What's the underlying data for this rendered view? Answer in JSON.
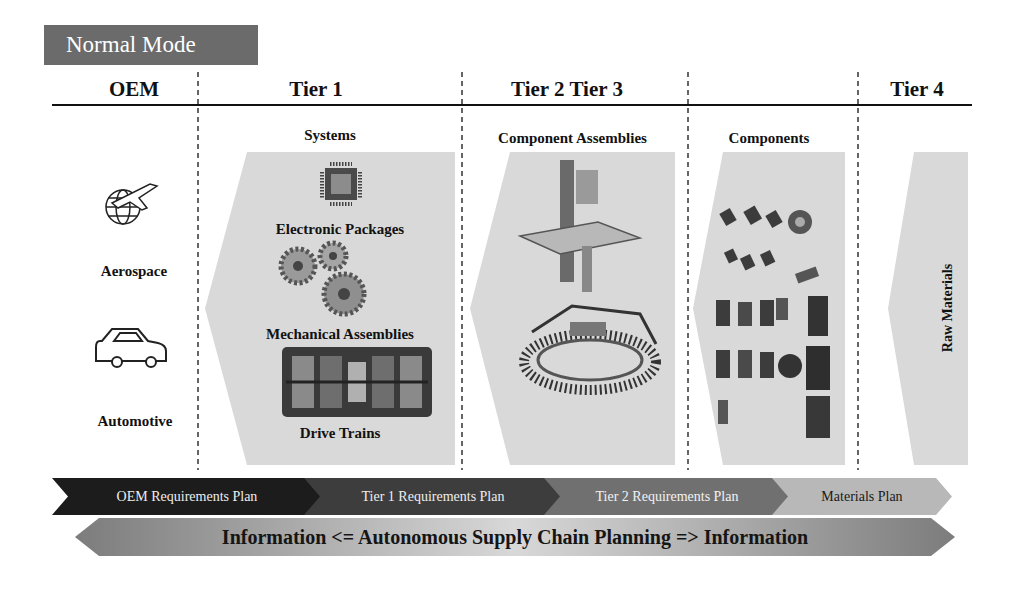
{
  "diagram": {
    "title": "Normal Mode",
    "nodes": [
      {
        "text": [
          "Systems",
          "Electronic Packages",
          "Mechanical Assemblies",
          "Drive Trains"
        ]
      },
      {
        "text": [
          "Component Assemblies"
        ]
      },
      {
        "text": [
          "Components"
        ]
      },
      {
        "text": [
          "Raw Materials"
        ]
      },
      {
        "text": [
          "OEM Requirements Plan"
        ]
      },
      {
        "text": [
          "Tier 1 Requirements Plan"
        ]
      },
      {
        "text": [
          "Tier 2 Requirements Plan"
        ]
      },
      {
        "text": [
          "Materials Plan"
        ]
      },
      {
        "text": [
          "Information <= Autonomous Supply Chain Planning => Information"
        ]
      }
    ],
    "labels": [
      "OEM",
      "Tier 1",
      "Tier 2 Tier 3",
      "Tier 4",
      "Aerospace",
      "Automotive"
    ]
  }
}
